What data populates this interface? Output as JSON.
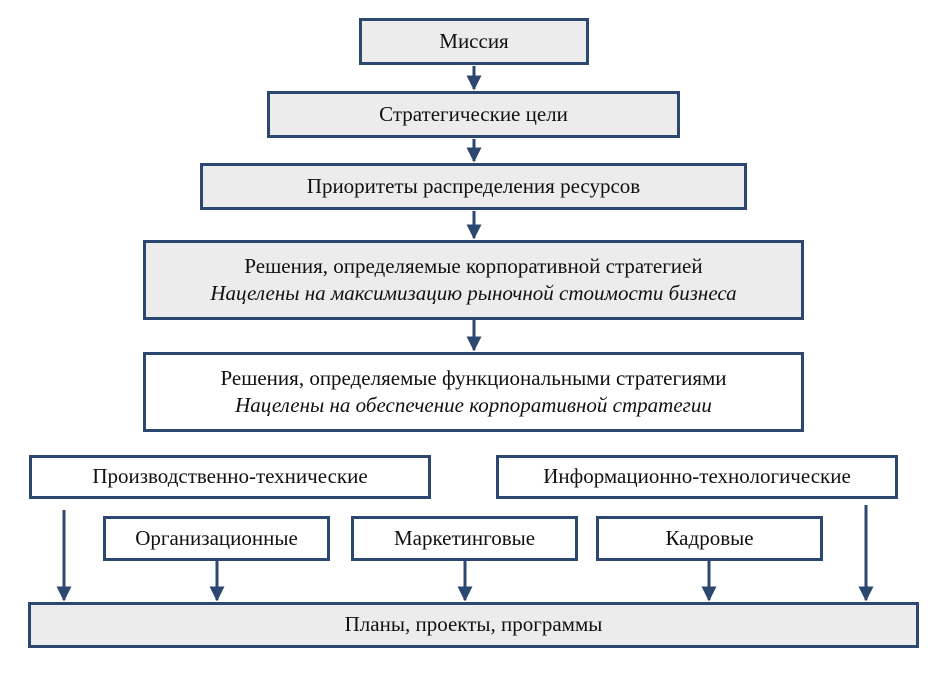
{
  "diagram": {
    "mission": "Миссия",
    "strategic_goals": "Стратегические цели",
    "resource_priorities": "Приоритеты распределения ресурсов",
    "corporate_decisions": {
      "title": "Решения, определяемые корпоративной стратегией",
      "subtitle": "Нацелены на максимизацию рыночной стоимости бизнеса"
    },
    "functional_decisions": {
      "title": "Решения, определяемые функциональными стратегиями",
      "subtitle": "Нацелены на обеспечение корпоративной стратегии"
    },
    "functional_strategies": {
      "production": "Производственно-технические",
      "it": "Информационно-технологические",
      "organizational": "Организационные",
      "marketing": "Маркетинговые",
      "personnel": "Кадровые"
    },
    "plans": "Планы, проекты, программы"
  },
  "colors": {
    "border": "#2c4870",
    "arrow": "#2c4870",
    "fill": "#ececec"
  }
}
